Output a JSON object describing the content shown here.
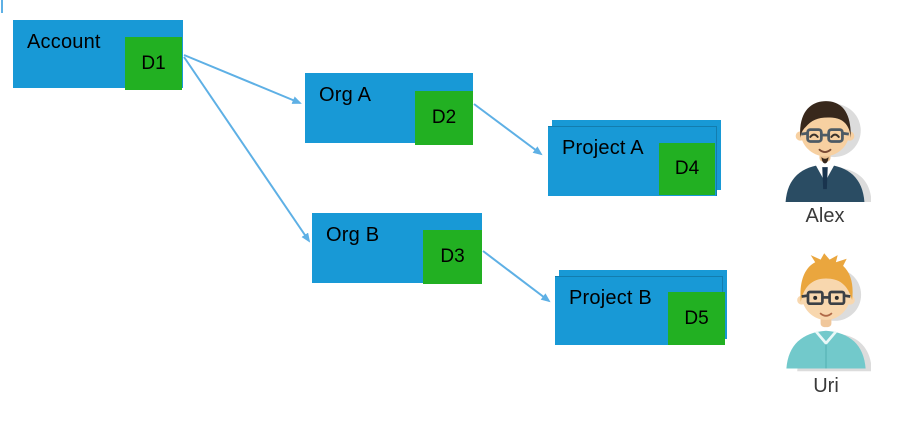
{
  "diagram": {
    "nodes": [
      {
        "label": "Account",
        "badge": "D1"
      },
      {
        "label": "Org A",
        "badge": "D2"
      },
      {
        "label": "Org B",
        "badge": "D3"
      },
      {
        "label": "Project A",
        "badge": "D4"
      },
      {
        "label": "Project B",
        "badge": "D5"
      }
    ],
    "edges": [
      {
        "from": "D1",
        "to": "Org A"
      },
      {
        "from": "D1",
        "to": "Org B"
      },
      {
        "from": "D2",
        "to": "Project A"
      },
      {
        "from": "D3",
        "to": "Project B"
      }
    ],
    "users": [
      {
        "name": "Alex"
      },
      {
        "name": "Uri"
      }
    ],
    "colors": {
      "node_fill": "#1899d6",
      "badge_fill": "#22b022",
      "arrow": "#5eb0e5",
      "label_text": "#000000",
      "name_text": "#3a3a3a"
    }
  }
}
